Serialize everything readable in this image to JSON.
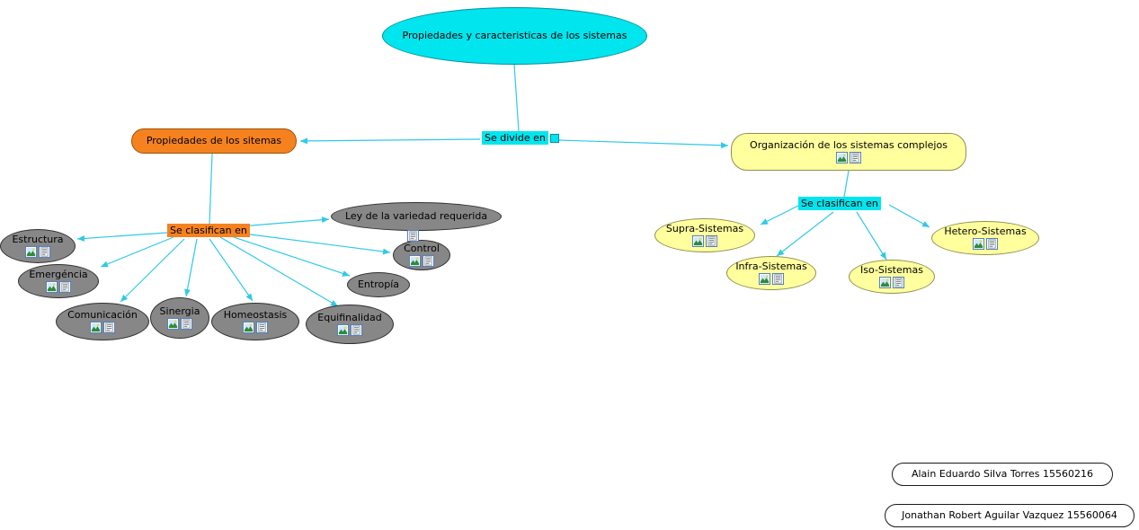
{
  "root": {
    "label": "Propiedades y caracteristicas de los sistemas"
  },
  "links": {
    "divide": "Se divide en",
    "left_classify": "Se clasifican en",
    "right_classify": "Se clasifican en"
  },
  "left": {
    "root": "Propiedades de los sitemas",
    "children": [
      {
        "label": "Estructura"
      },
      {
        "label": "Emergéncia"
      },
      {
        "label": "Comunicación"
      },
      {
        "label": "Sinergia"
      },
      {
        "label": "Homeostasis"
      },
      {
        "label": "Equifinalidad"
      },
      {
        "label": "Entropía"
      },
      {
        "label": "Control"
      },
      {
        "label": "Ley de la variedad requerida"
      }
    ]
  },
  "right": {
    "root": "Organización de los sistemas complejos",
    "children": [
      {
        "label": "Supra-Sistemas"
      },
      {
        "label": "Infra-Sistemas"
      },
      {
        "label": "Iso-Sistemas"
      },
      {
        "label": "Hetero-Sistemas"
      }
    ]
  },
  "authors": [
    {
      "label": "Alain Eduardo Silva Torres 15560216"
    },
    {
      "label": "Jonathan Robert Aguilar Vazquez 15560064"
    }
  ],
  "icons": {
    "image": "image-icon",
    "document": "document-icon"
  },
  "colors": {
    "accent_cyan": "#00e5ee",
    "accent_orange": "#f5821f",
    "node_gray": "#878787",
    "node_yellow": "#ffff9e",
    "wire": "#2fc9e8"
  }
}
